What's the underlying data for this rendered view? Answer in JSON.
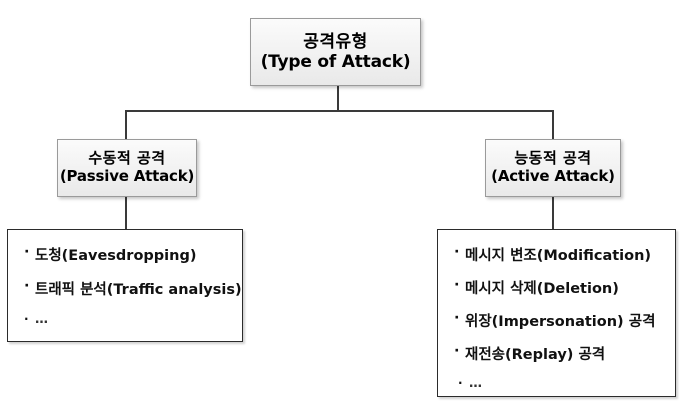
{
  "diagram": {
    "type": "tree",
    "root": {
      "name": "type-of-attack",
      "label_ko": "공격유형",
      "label_en": "(Type of Attack)"
    },
    "branches": [
      {
        "name": "passive-attack",
        "label_ko": "수동적 공격",
        "label_en": "(Passive Attack)",
        "items": [
          {
            "bullet": "·",
            "text": "도청(Eavesdropping)"
          },
          {
            "bullet": "·",
            "text": "트래픽 분석(Traffic analysis)"
          },
          {
            "bullet": "·",
            "text": "…"
          }
        ]
      },
      {
        "name": "active-attack",
        "label_ko": "능동적 공격",
        "label_en": "(Active Attack)",
        "items": [
          {
            "bullet": "·",
            "text": "메시지 변조(Modification)"
          },
          {
            "bullet": "·",
            "text": "메시지 삭제(Deletion)"
          },
          {
            "bullet": "·",
            "text": "위장(Impersonation) 공격"
          },
          {
            "bullet": "·",
            "text": "재전송(Replay) 공격"
          },
          {
            "bullet": "·",
            "text": "…"
          }
        ]
      }
    ],
    "colors": {
      "node_border": "#9a9a9a",
      "node_fill_top": "#fbfbfb",
      "node_fill_bottom": "#e9e9e9",
      "list_border": "#2b2b2b",
      "list_fill": "#ffffff",
      "connector": "#3a3a3a",
      "text": "#111111",
      "background": "#ffffff"
    }
  }
}
